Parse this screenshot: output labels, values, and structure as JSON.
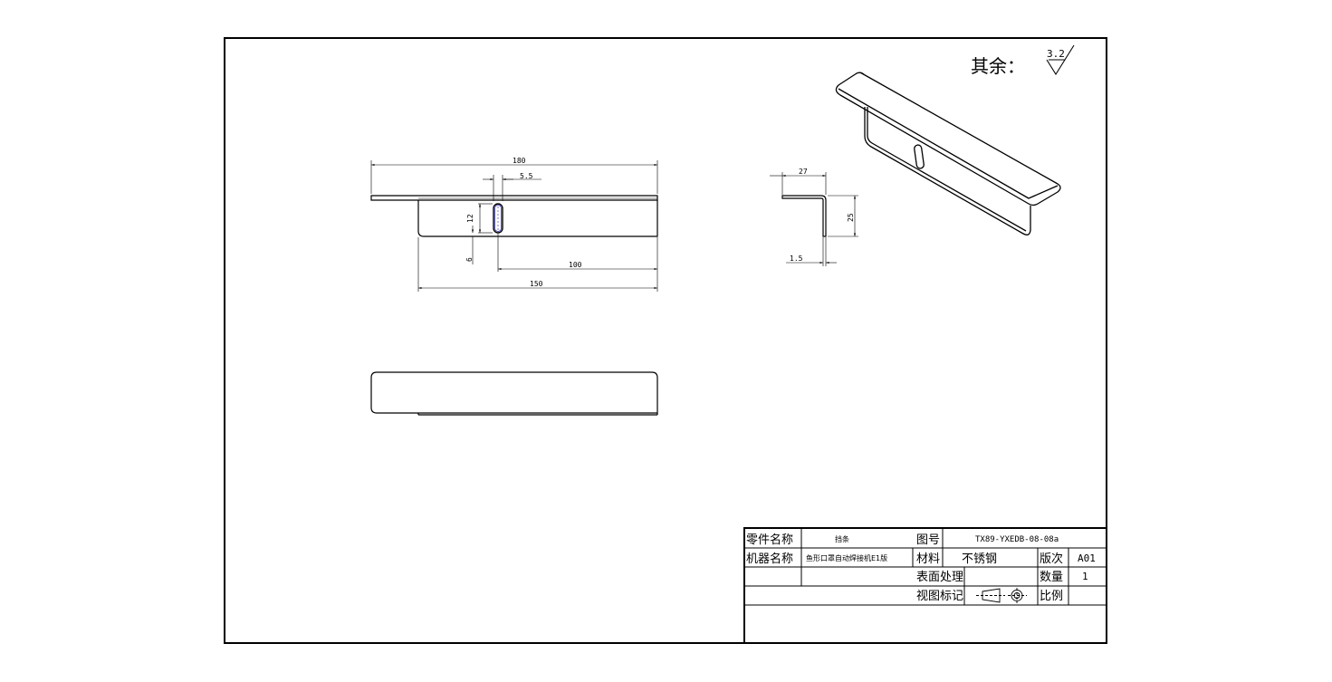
{
  "surface_note": {
    "prefix": "其余：",
    "roughness_value": "3.2"
  },
  "front_view": {
    "dims": {
      "overall_length": "180",
      "slot_width": "5.5",
      "slot_height": "12",
      "slot_offset_bottom": "6",
      "slot_to_end": "100",
      "lower_length": "150"
    }
  },
  "section_view": {
    "dims": {
      "flange_width": "27",
      "height": "25",
      "thickness": "1.5"
    }
  },
  "title_block": {
    "part_name_label": "零件名称",
    "part_name_value": "挡条",
    "drawing_no_label": "图号",
    "drawing_no_value": "TX89-YXEDB-08-08a",
    "machine_name_label": "机器名称",
    "machine_name_value": "鱼形口罩自动焊接机E1版",
    "material_label": "材料",
    "material_value": "不锈钢",
    "revision_label": "版次",
    "revision_value": "A01",
    "surface_treatment_label": "表面处理",
    "quantity_label": "数量",
    "quantity_value": "1",
    "view_mark_label": "视图标记",
    "scale_label": "比例"
  }
}
